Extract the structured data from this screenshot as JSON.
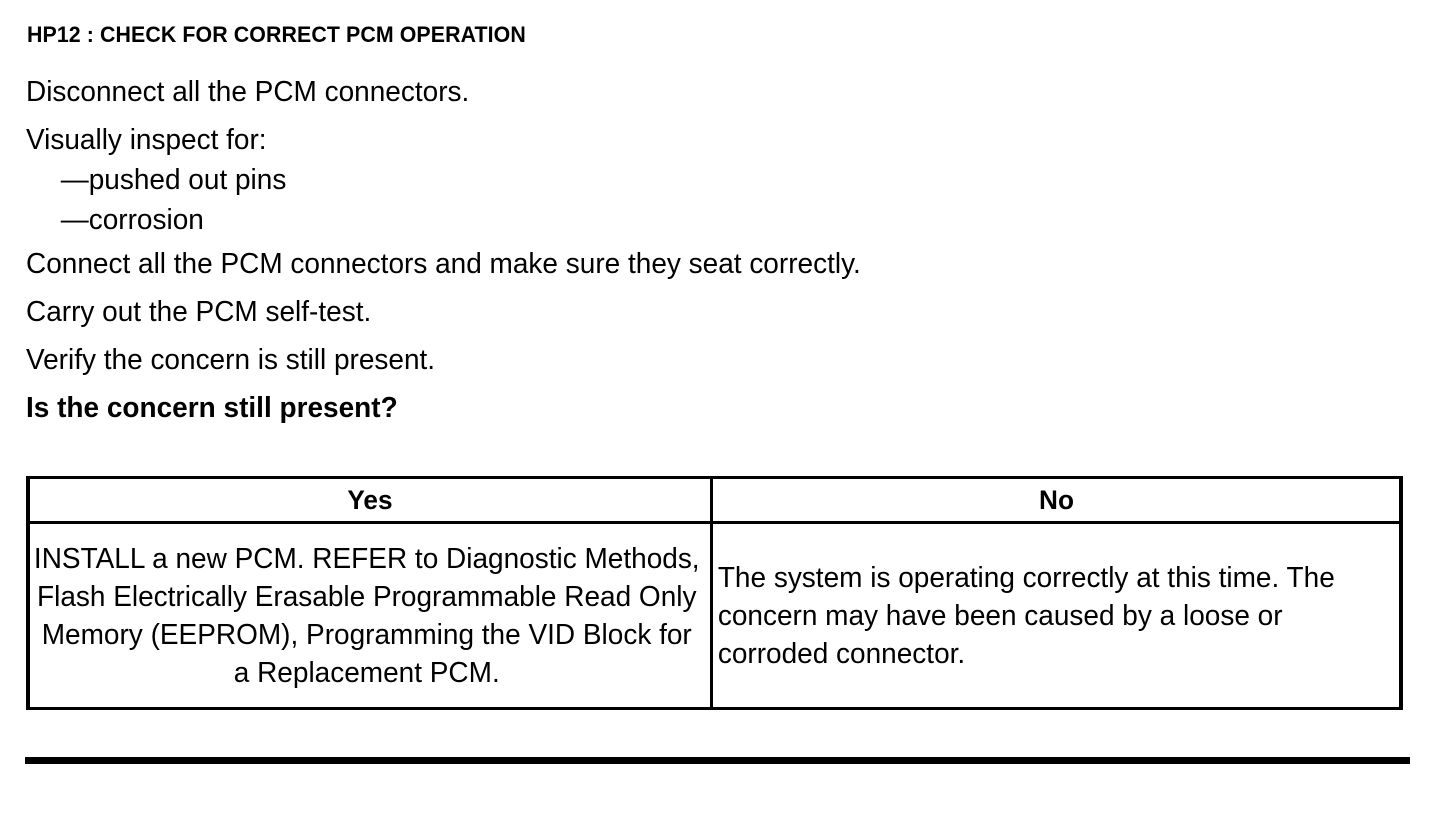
{
  "document": {
    "step_title": "HP12 : CHECK FOR CORRECT PCM OPERATION",
    "instructions": [
      {
        "text": "Disconnect all the PCM connectors.",
        "style": "normal"
      },
      {
        "text": "Visually inspect for:",
        "style": "normal"
      }
    ],
    "sub_items": [
      "—pushed out pins",
      "—corrosion"
    ],
    "instructions_after": [
      {
        "text": "Connect all the PCM connectors and make sure they seat correctly.",
        "style": "normal"
      },
      {
        "text": "Carry out the PCM self-test.",
        "style": "normal"
      },
      {
        "text": "Verify the concern is still present.",
        "style": "normal"
      }
    ],
    "question": "Is the concern still present?",
    "decision_table": {
      "headers": {
        "yes": "Yes",
        "no": "No"
      },
      "cells": {
        "yes": "INSTALL a new PCM. REFER to Diagnostic Methods, Flash Electrically Erasable Programmable Read Only Memory (EEPROM), Programming the VID Block for a Replacement PCM.",
        "no": "The system is operating correctly at this time. The concern may have been caused by a loose or corroded connector."
      }
    },
    "colors": {
      "text": "#000000",
      "background": "#ffffff",
      "rule": "#000000"
    }
  }
}
